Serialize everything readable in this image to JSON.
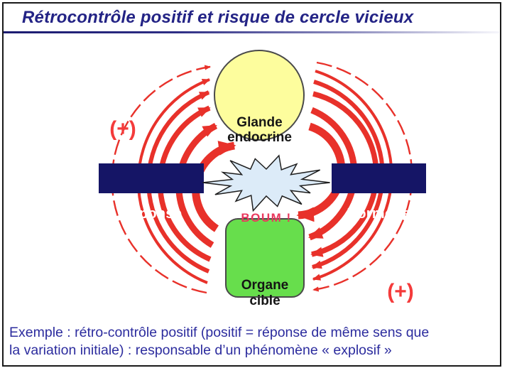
{
  "title": "Rétrocontrôle positif et risque de cercle vicieux",
  "diagram": {
    "gland": {
      "line1": "Glande",
      "line2": "endocrine"
    },
    "response": {
      "label": "Réponse"
    },
    "hormone": {
      "label": "Hormone"
    },
    "organ": {
      "line1": "Organe",
      "line2": "cible"
    },
    "explosion": {
      "label": "BOUM !"
    },
    "plus_top_left": "(+)",
    "plus_bottom_right": "(+)"
  },
  "caption": {
    "line1": "Exemple : rétro-contrôle positif (positif = réponse de même sens que",
    "line2": "la variation initiale)  : responsable d’un phénomène « explosif »"
  },
  "colors": {
    "arrow_red": "#e8312a",
    "plus_red": "#f43b3b",
    "boum_text": "#e9395e",
    "navy_box": "#151566",
    "box_text": "#ffffff",
    "gland_fill": "#fdfd9d",
    "gland_border": "#4a4a4a",
    "organ_fill": "#67de4c",
    "organ_border": "#4a4a4a",
    "star_fill": "#dcebf8",
    "star_border": "#1f1f1f",
    "title_text": "#232385",
    "caption_text": "#2c2c9e",
    "frame_border": "#1a1a1a"
  }
}
